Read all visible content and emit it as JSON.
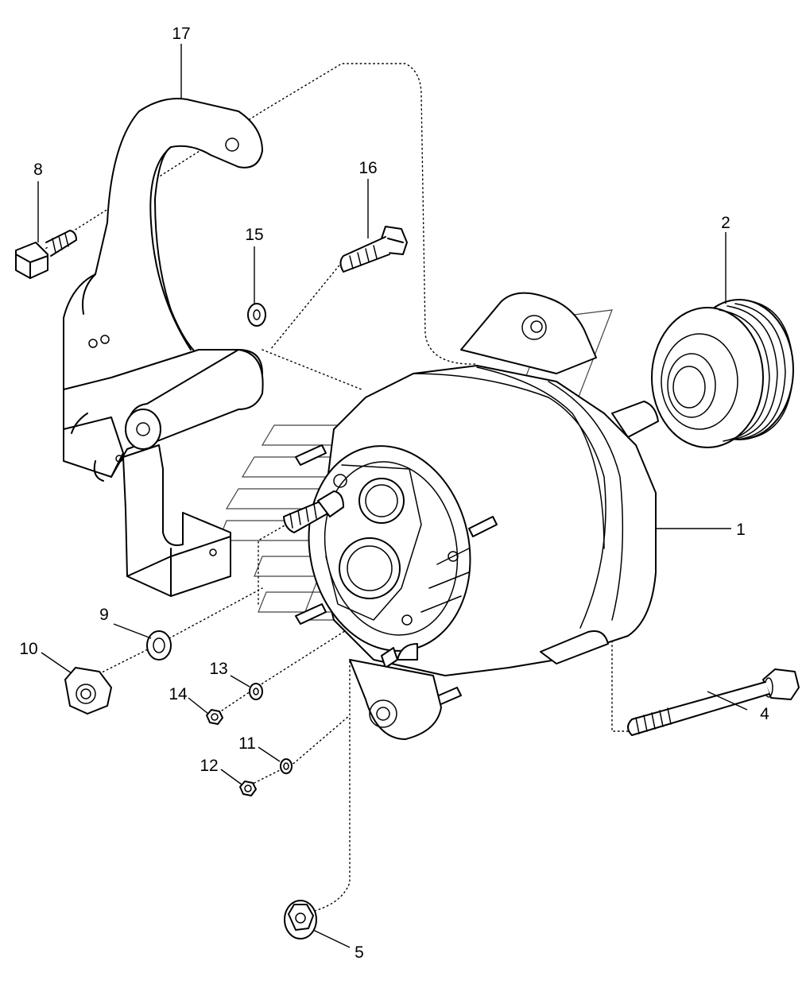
{
  "diagram": {
    "callouts": [
      {
        "id": "c1",
        "label": "1"
      },
      {
        "id": "c2",
        "label": "2"
      },
      {
        "id": "c4",
        "label": "4"
      },
      {
        "id": "c5",
        "label": "5"
      },
      {
        "id": "c8",
        "label": "8"
      },
      {
        "id": "c9",
        "label": "9"
      },
      {
        "id": "c10",
        "label": "10"
      },
      {
        "id": "c11",
        "label": "11"
      },
      {
        "id": "c12",
        "label": "12"
      },
      {
        "id": "c13",
        "label": "13"
      },
      {
        "id": "c14",
        "label": "14"
      },
      {
        "id": "c15",
        "label": "15"
      },
      {
        "id": "c16",
        "label": "16"
      },
      {
        "id": "c17",
        "label": "17"
      }
    ]
  }
}
